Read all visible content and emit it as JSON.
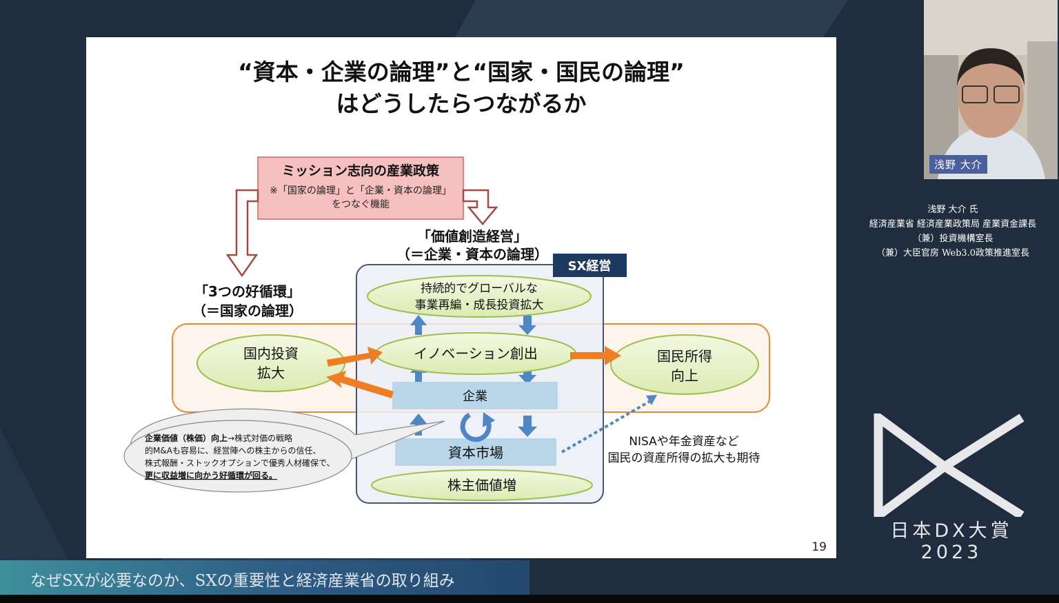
{
  "slide": {
    "title_line1": "“資本・企業の論理”と“国家・国民の論理”",
    "title_line2": "はどうしたらつながるか",
    "page_number": "19",
    "mission": {
      "title": "ミッション志向の産業政策",
      "note_line1": "※「国家の論理」と「企業・資本の論理」",
      "note_line2": "をつなぐ機能"
    },
    "value_creation": {
      "line1": "「価値創造経営」",
      "line2": "（＝企業・資本の論理）"
    },
    "three_cycles": {
      "line1": "「3つの好循環」",
      "line2": "（＝国家の論理）"
    },
    "sx_label": "SX経営",
    "nodes": {
      "global_line1": "持続的でグローバルな",
      "global_line2": "事業再編・成長投資拡大",
      "domestic_line1": "国内投資",
      "domestic_line2": "拡大",
      "innovation": "イノベーション創出",
      "income_line1": "国民所得",
      "income_line2": "向上",
      "company": "企業",
      "capital_market": "資本市場",
      "shareholder": "株主価値増"
    },
    "speech": {
      "line1_bold": "企業価値（株価）向上",
      "line1_rest": "→株式対価の戦略",
      "line2": "的M&Aも容易に、経営陣への株主からの信任、",
      "line3": "株式報酬・ストックオプションで優秀人材確保で、",
      "line4": "更に収益増に向かう好循環が回る。"
    },
    "nisa_line1": "NISAや年金資産など",
    "nisa_line2": "国民の資産所得の拡大も期待"
  },
  "speaker": {
    "name_tag": "浅野 大介",
    "line1": "浅野 大介 氏",
    "line2": "経済産業省 経済産業政策局 産業資金課長",
    "line3": "（兼）投資機構室長",
    "line4": "（兼）大臣官房 Web3.0政策推進室長"
  },
  "event": {
    "name": "日本DX大賞",
    "year": "2023"
  },
  "caption": "なぜSXが必要なのか、SXの重要性と経済産業省の取り組み",
  "colors": {
    "orange": "#ef7d22",
    "blue_arrow": "#4f86c6",
    "green_node": "#e7f1c8",
    "mission_fill": "#f5b8b8",
    "brown_arrow": "#a44a3f",
    "navy": "#1f3a5f"
  }
}
